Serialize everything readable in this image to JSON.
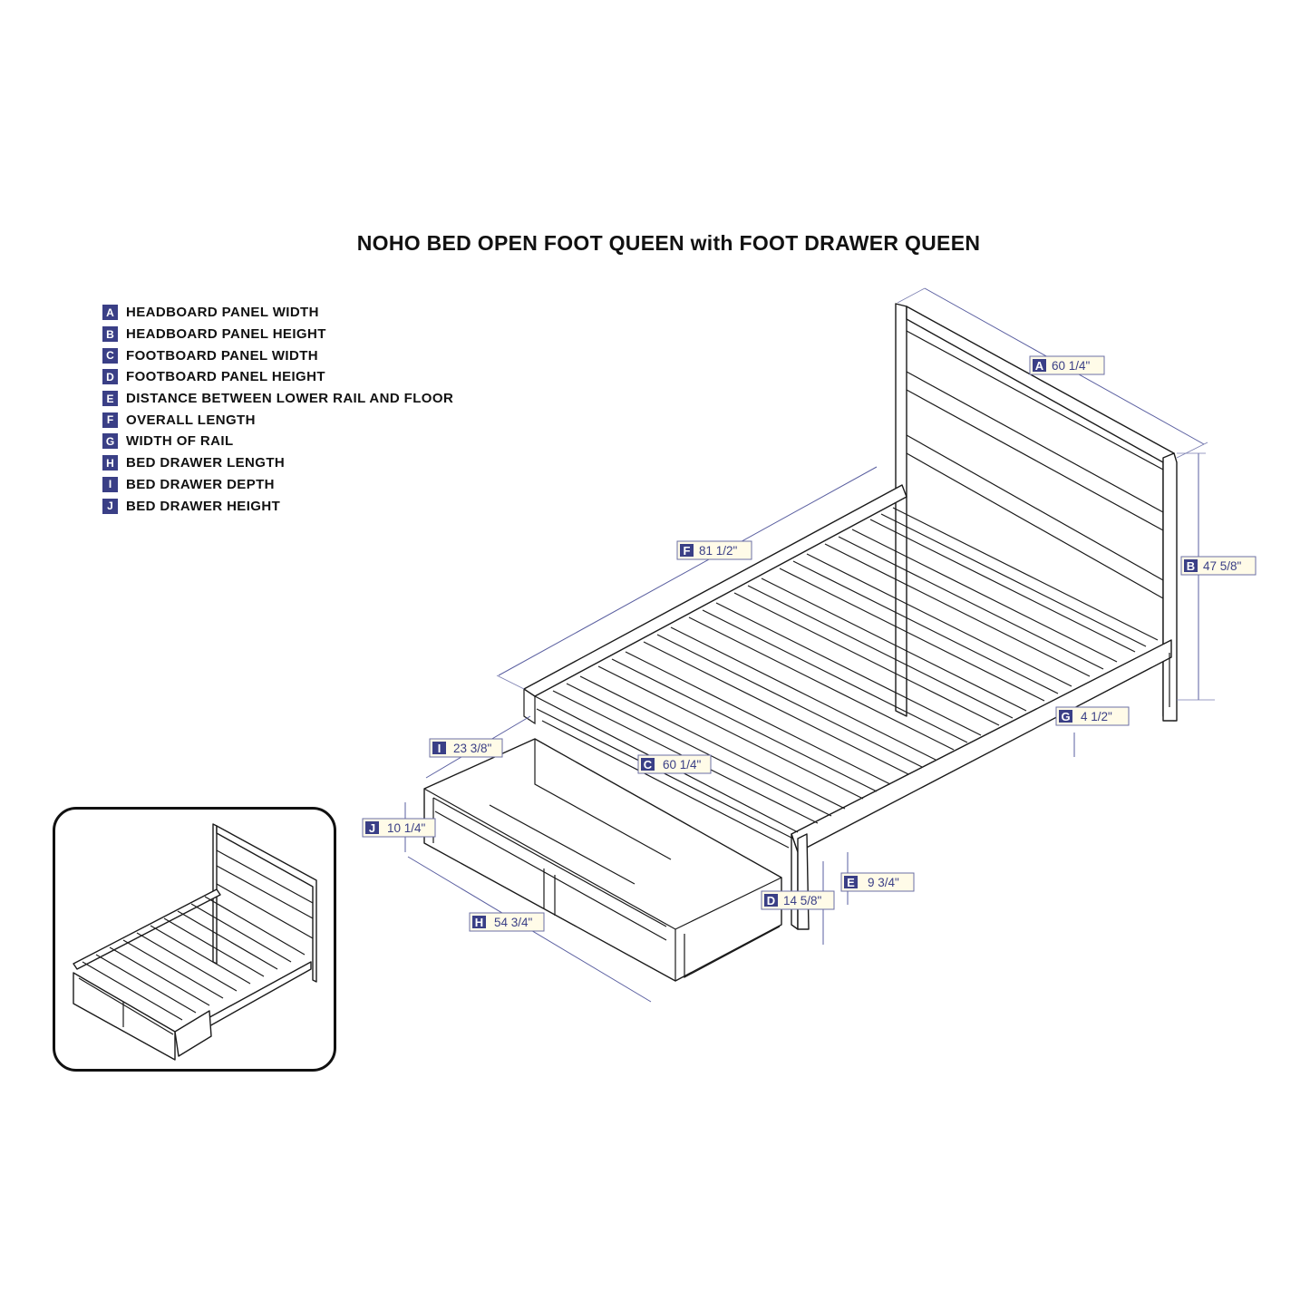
{
  "title": "NOHO BED OPEN FOOT QUEEN with FOOT DRAWER QUEEN",
  "legend": [
    {
      "key": "A",
      "label": "HEADBOARD PANEL WIDTH"
    },
    {
      "key": "B",
      "label": "HEADBOARD PANEL HEIGHT"
    },
    {
      "key": "C",
      "label": "FOOTBOARD PANEL WIDTH"
    },
    {
      "key": "D",
      "label": "FOOTBOARD PANEL HEIGHT"
    },
    {
      "key": "E",
      "label": "DISTANCE BETWEEN LOWER RAIL AND FLOOR"
    },
    {
      "key": "F",
      "label": "OVERALL LENGTH"
    },
    {
      "key": "G",
      "label": "WIDTH OF RAIL"
    },
    {
      "key": "H",
      "label": "BED DRAWER LENGTH"
    },
    {
      "key": "I",
      "label": "BED DRAWER DEPTH"
    },
    {
      "key": "J",
      "label": "BED DRAWER HEIGHT"
    }
  ],
  "dimensions": {
    "A": {
      "key": "A",
      "value": "60 1/4\""
    },
    "B": {
      "key": "B",
      "value": "47 5/8\""
    },
    "C": {
      "key": "C",
      "value": "60 1/4\""
    },
    "D": {
      "key": "D",
      "value": "14 5/8\""
    },
    "E": {
      "key": "E",
      "value": "9 3/4\""
    },
    "F": {
      "key": "F",
      "value": "81 1/2\""
    },
    "G": {
      "key": "G",
      "value": "4 1/2\""
    },
    "H": {
      "key": "H",
      "value": "54 3/4\""
    },
    "I": {
      "key": "I",
      "value": "23 3/8\""
    },
    "J": {
      "key": "J",
      "value": "10 1/4\""
    }
  },
  "colors": {
    "accent": "#3a3f86",
    "label_bg": "#fffbe8",
    "line": "#1a1a1a"
  }
}
